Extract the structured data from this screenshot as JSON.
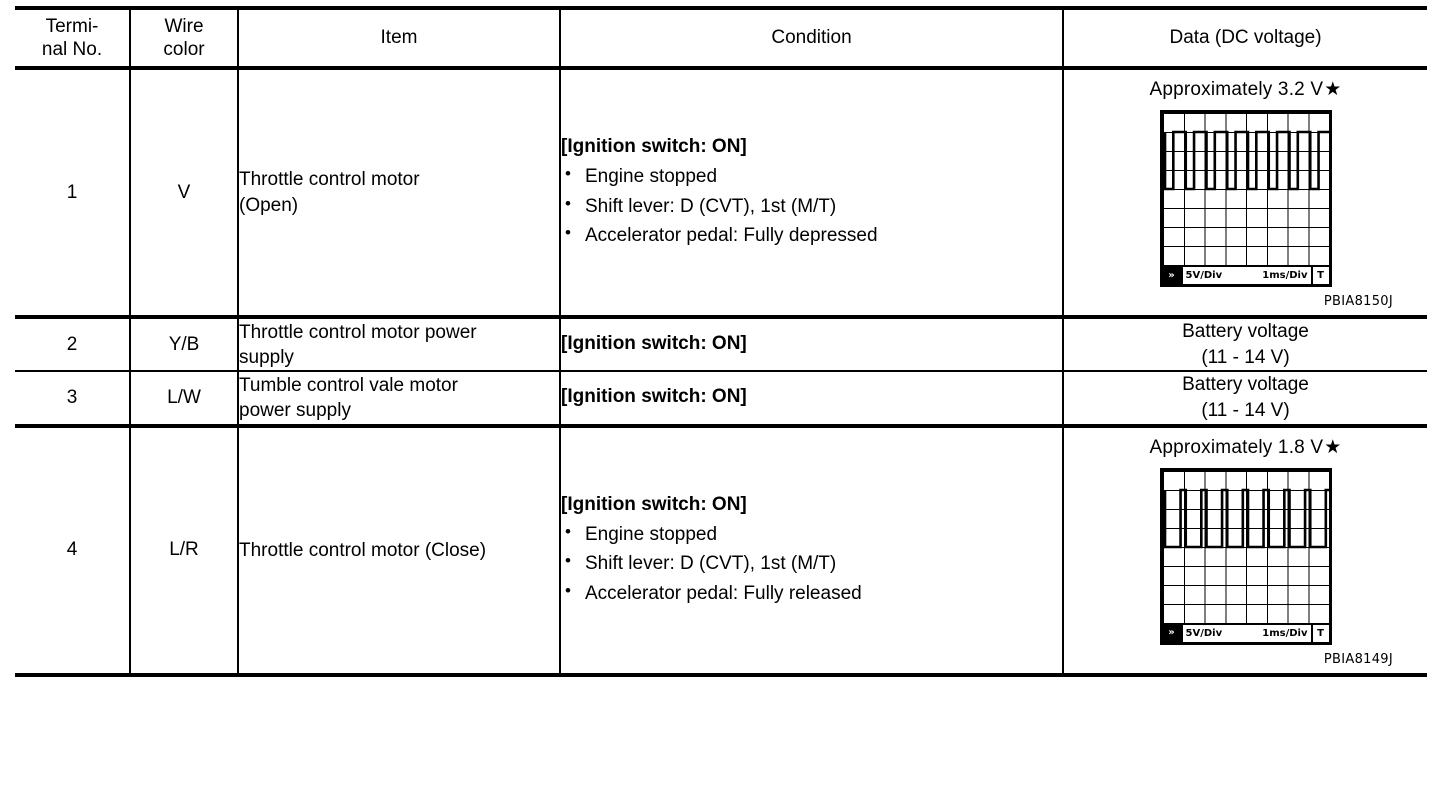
{
  "table": {
    "headers": [
      "Termi-\nnal No.",
      "Wire\ncolor",
      "Item",
      "Condition",
      "Data (DC voltage)"
    ],
    "header_lines": {
      "terminal_l1": "Termi-",
      "terminal_l2": "nal No.",
      "wire_l1": "Wire",
      "wire_l2": "color",
      "item": "Item",
      "condition": "Condition",
      "data": "Data (DC voltage)"
    },
    "rows": [
      {
        "terminal_no": "1",
        "wire_color": "V",
        "item_line1": "Throttle control motor",
        "item_line2": "(Open)",
        "condition_head": "[Ignition switch: ON]",
        "condition_items": [
          "Engine stopped",
          "Shift lever: D (CVT), 1st (M/T)",
          "Accelerator pedal: Fully depressed"
        ],
        "data_type": "waveform",
        "waveform": {
          "title": "Approximately 3.2 V",
          "star": "★",
          "volts_per_div": "5V/Div",
          "time_per_div": "1ms/Div",
          "trigger_label": "T",
          "run_label": "»",
          "code": "PBIA8150J",
          "duty_cycle_percent": 60,
          "pulse_count": 8
        }
      },
      {
        "terminal_no": "2",
        "wire_color": "Y/B",
        "item_line1": "Throttle control motor power",
        "item_line2": "supply",
        "condition_head": "[Ignition switch: ON]",
        "condition_items": [],
        "data_type": "text",
        "data_line1": "Battery voltage",
        "data_line2": "(11 - 14 V)"
      },
      {
        "terminal_no": "3",
        "wire_color": "L/W",
        "item_line1": "Tumble control vale motor",
        "item_line2": "power supply",
        "condition_head": "[Ignition switch: ON]",
        "condition_items": [],
        "data_type": "text",
        "data_line1": "Battery voltage",
        "data_line2": "(11 - 14 V)"
      },
      {
        "terminal_no": "4",
        "wire_color": "L/R",
        "item_line1": "Throttle control motor (Close)",
        "item_line2": "",
        "condition_head": "[Ignition switch: ON]",
        "condition_items": [
          "Engine stopped",
          "Shift lever: D (CVT), 1st (M/T)",
          "Accelerator pedal: Fully released"
        ],
        "data_type": "waveform",
        "waveform": {
          "title": "Approximately 1.8 V",
          "star": "★",
          "volts_per_div": "5V/Div",
          "time_per_div": "1ms/Div",
          "trigger_label": "T",
          "run_label": "»",
          "code": "PBIA8149J",
          "duty_cycle_percent": 25,
          "pulse_count": 8
        }
      }
    ]
  },
  "colors": {
    "ink": "#000000",
    "paper": "#ffffff"
  }
}
